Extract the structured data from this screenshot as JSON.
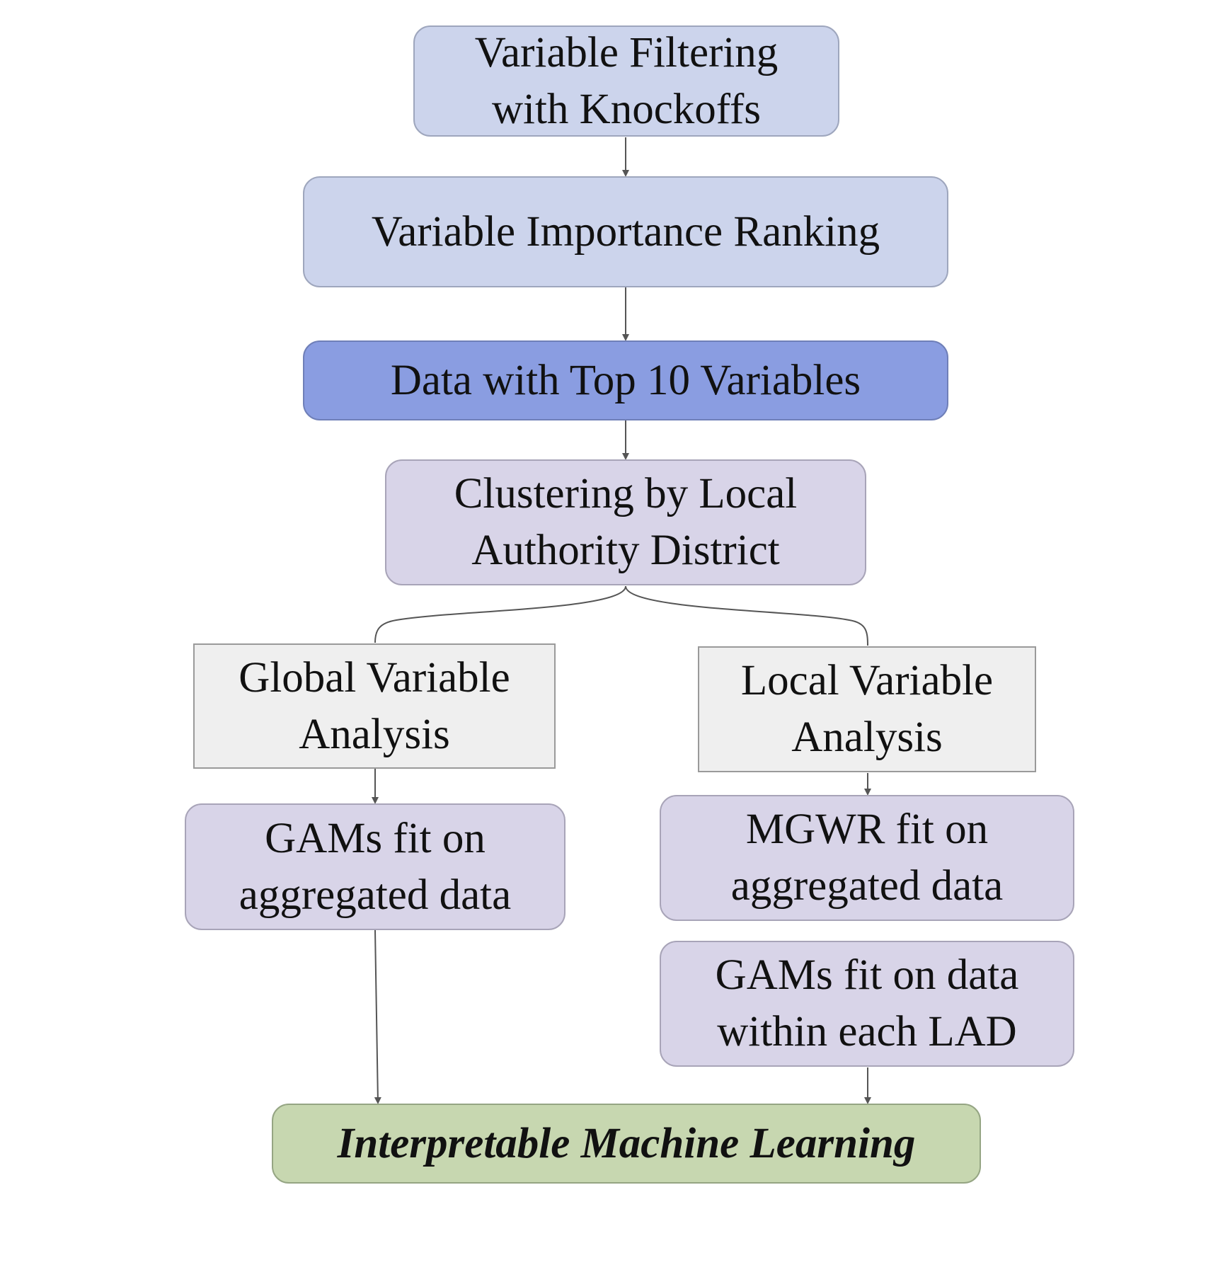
{
  "nodes": {
    "filtering": {
      "lines": [
        "Variable Filtering",
        "with Knockoffs"
      ]
    },
    "ranking": {
      "lines": [
        "Variable Importance Ranking"
      ]
    },
    "top10": {
      "lines": [
        "Data with Top 10 Variables"
      ]
    },
    "clustering": {
      "lines": [
        "Clustering by Local",
        "Authority District"
      ]
    },
    "global_analysis": {
      "lines": [
        "Global Variable",
        "Analysis"
      ]
    },
    "local_analysis": {
      "lines": [
        "Local Variable",
        "Analysis"
      ]
    },
    "gams_aggregated": {
      "lines": [
        "GAMs fit on",
        "aggregated data"
      ]
    },
    "mgwr_aggregated": {
      "lines": [
        "MGWR fit on",
        "aggregated data"
      ]
    },
    "gams_lad": {
      "lines": [
        "GAMs fit on data",
        "within each LAD"
      ]
    },
    "iml": {
      "lines": [
        "Interpretable Machine Learning"
      ]
    }
  },
  "colors": {
    "light_blue": "#ccd4ec",
    "mid_blue": "#8a9de1",
    "lavender": "#d8d4e8",
    "gray": "#efefef",
    "green": "#c7d7b0",
    "edge": "#555555"
  }
}
